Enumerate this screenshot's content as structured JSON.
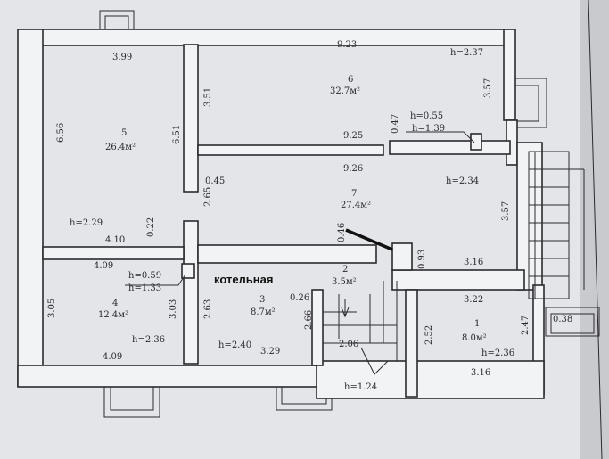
{
  "rooms": {
    "r1": {
      "num": "1",
      "area": "8.0м²",
      "h": "h=2.36"
    },
    "r2": {
      "num": "2",
      "area": "3.5м²"
    },
    "r3": {
      "num": "3",
      "area": "8.7м²",
      "h": "h=2.40",
      "name": "котельная"
    },
    "r4": {
      "num": "4",
      "area": "12.4м²",
      "h": "h=2.36",
      "h_sub1": "h=0.59",
      "h_sub2": "h=1.33"
    },
    "r5": {
      "num": "5",
      "area": "26.4м²",
      "h": "h=2.29"
    },
    "r6": {
      "num": "6",
      "area": "32.7м²",
      "h": "h=2.37",
      "h_sub1": "h=0.55",
      "h_sub2": "h=1.39"
    },
    "r7": {
      "num": "7",
      "area": "27.4м²",
      "h": "h=2.34"
    }
  },
  "dims": {
    "d399": "3.99",
    "d923": "9.23",
    "d656": "6.56",
    "d651": "6.51",
    "d351": "3.51",
    "d357a": "3.57",
    "d047": "0.47",
    "d925": "9.25",
    "d926": "9.26",
    "d045": "0.45",
    "d265": "2.65",
    "d357b": "3.57",
    "d022": "0.22",
    "d410": "4.10",
    "d409a": "4.09",
    "d046": "0.46",
    "d093": "0.93",
    "d316a": "3.16",
    "d305": "3.05",
    "d303": "3.03",
    "d263": "2.63",
    "d026": "0.26",
    "d266": "2.66",
    "d322": "3.22",
    "d252": "2.52",
    "d247": "2.47",
    "d038": "0.38",
    "d206": "2.06",
    "d329": "3.29",
    "d409b": "4.09",
    "d316b": "3.16",
    "h124": "h=1.24"
  }
}
